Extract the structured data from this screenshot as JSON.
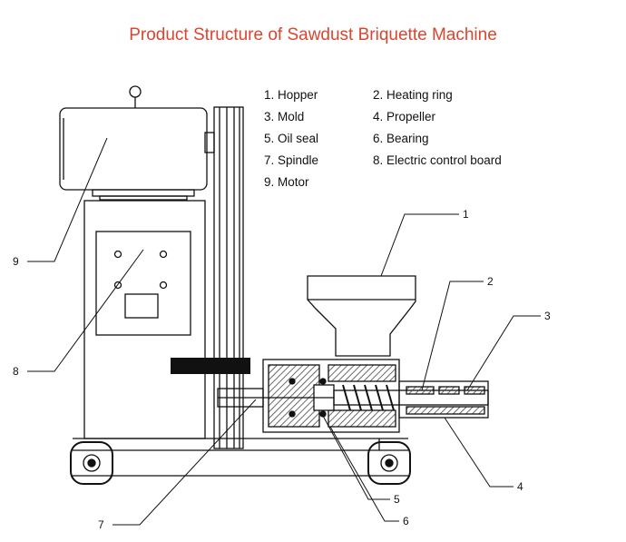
{
  "title": "Product Structure of Sawdust Briquette Machine",
  "legend": [
    {
      "id": "1",
      "text": "1. Hopper"
    },
    {
      "id": "2",
      "text": "2. Heating ring"
    },
    {
      "id": "3",
      "text": "3. Mold"
    },
    {
      "id": "4",
      "text": "4. Propeller"
    },
    {
      "id": "5",
      "text": "5. Oil seal"
    },
    {
      "id": "6",
      "text": "6. Bearing"
    },
    {
      "id": "7",
      "text": "7. Spindle"
    },
    {
      "id": "8",
      "text": "8. Electric control board"
    },
    {
      "id": "9",
      "text": "9. Motor"
    }
  ],
  "callouts": [
    "1",
    "2",
    "3",
    "4",
    "5",
    "6",
    "7",
    "8",
    "9"
  ],
  "colors": {
    "title": "#d9462f",
    "line": "#111111",
    "hatch": "#444444"
  }
}
